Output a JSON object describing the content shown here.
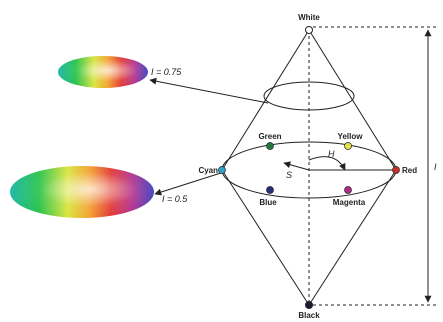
{
  "labels": {
    "white": "White",
    "black": "Black",
    "green": "Green",
    "yellow": "Yellow",
    "cyan": "Cyan",
    "red": "Red",
    "blue": "Blue",
    "magenta": "Magenta",
    "hue_symbol": "H",
    "saturation_symbol": "S",
    "intensity_symbol": "I",
    "slice_upper": "I = 0.75",
    "slice_middle": "I = 0.5"
  },
  "colors": {
    "white": "#ffffff",
    "black": "#1a1a3a",
    "green": "#1f7a3a",
    "yellow": "#e8e34a",
    "cyan": "#2aa7c9",
    "red": "#c8302a",
    "blue": "#24307a",
    "magenta": "#b02a86"
  }
}
